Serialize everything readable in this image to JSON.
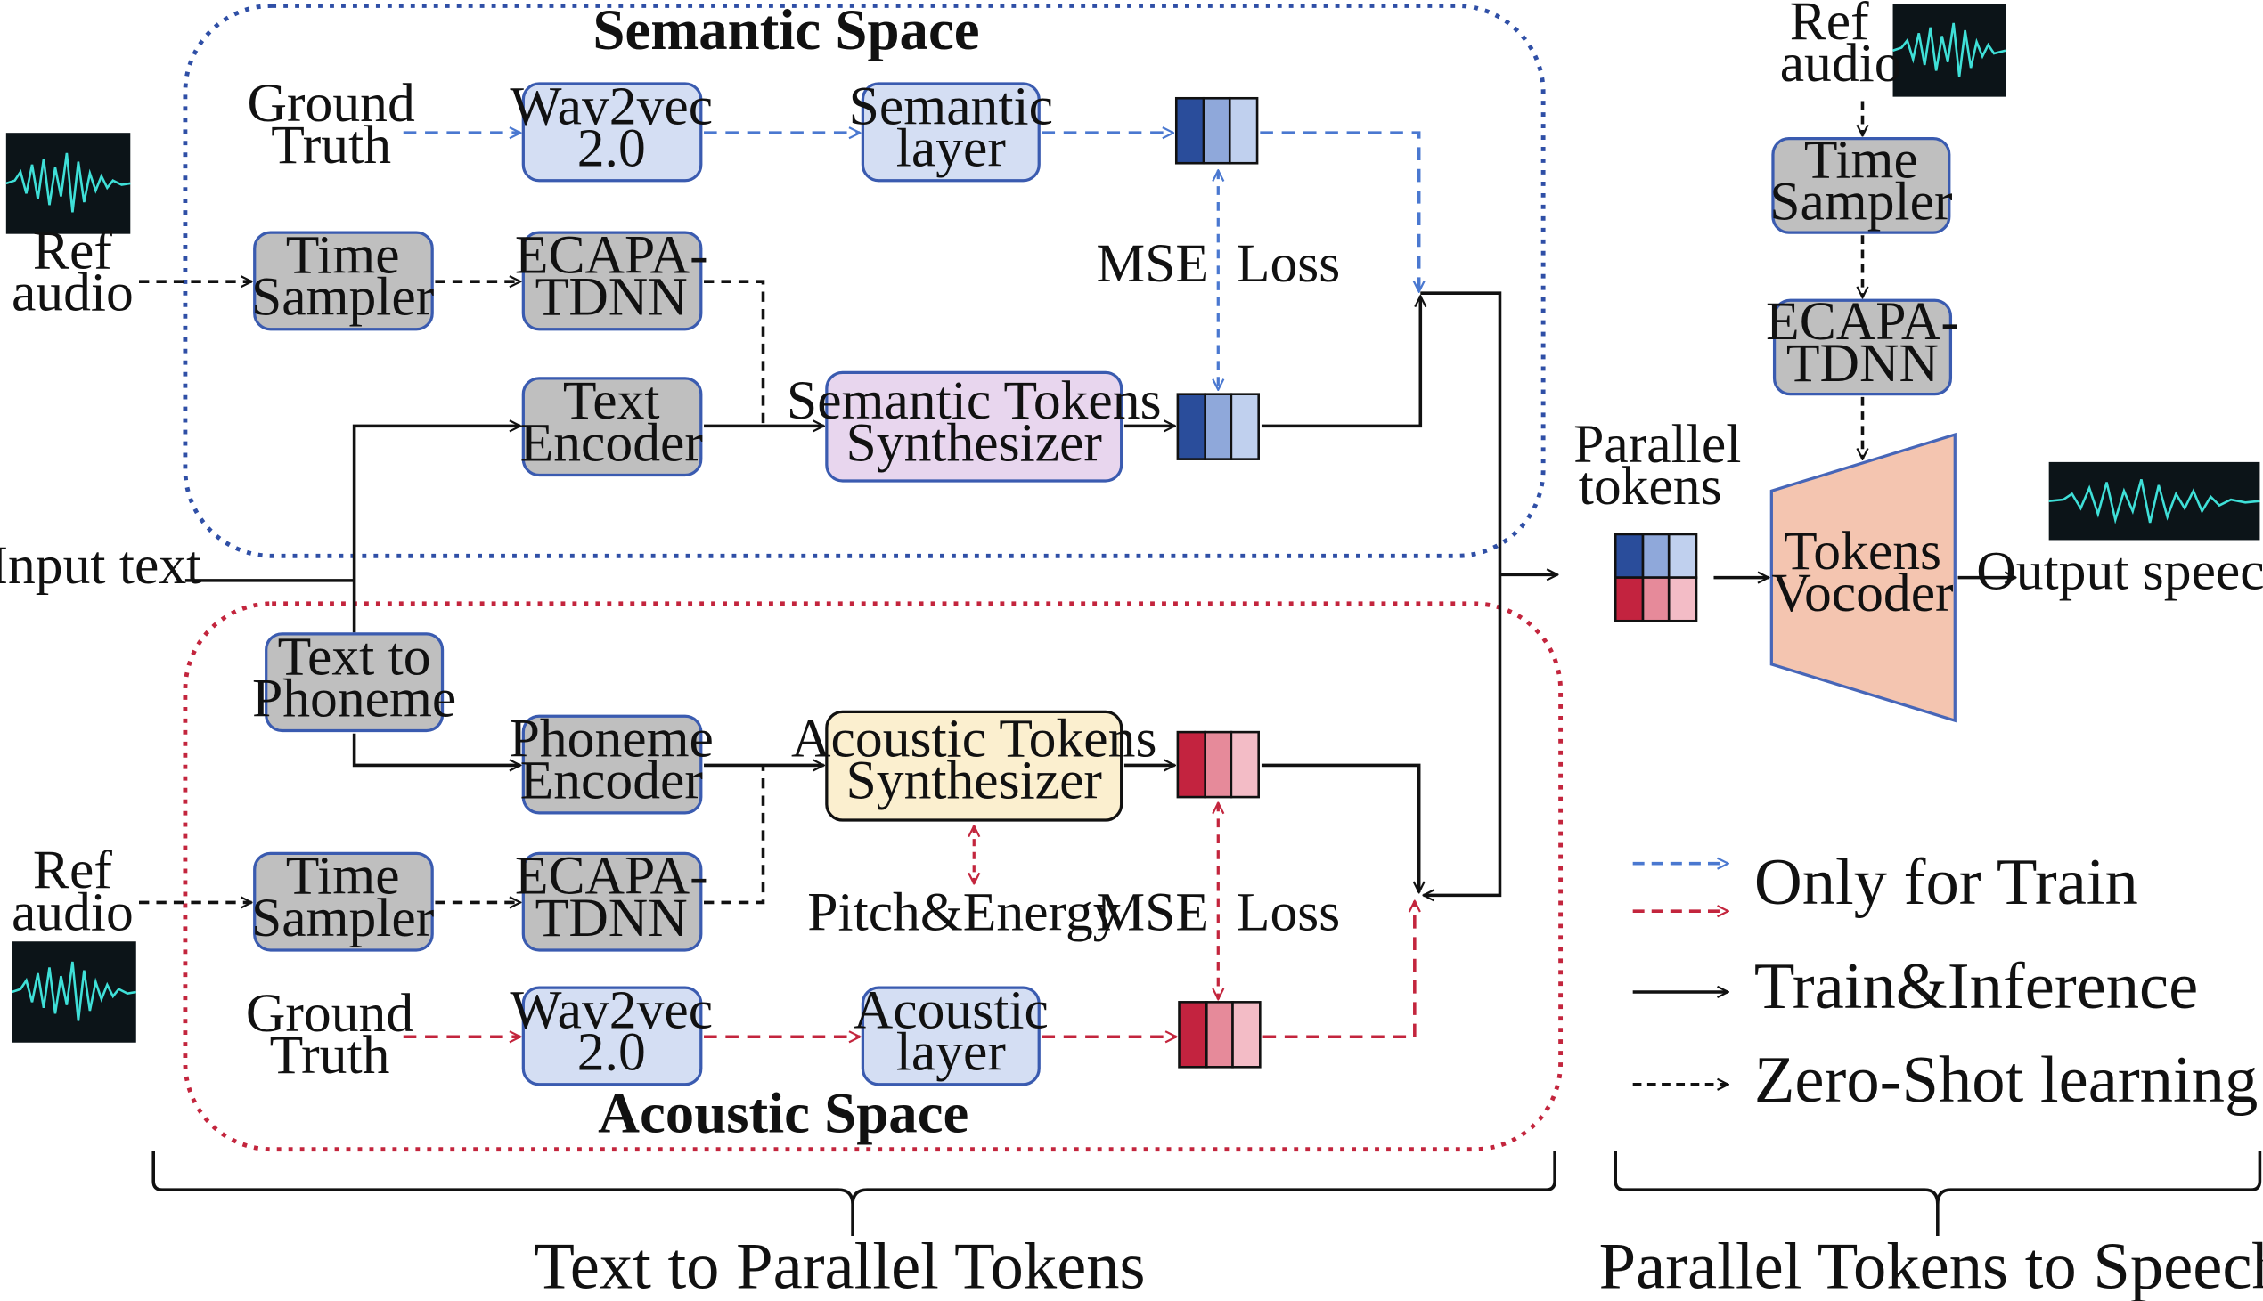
{
  "colors": {
    "semantic_border": "#2f4fa6",
    "acoustic_border": "#c3253d",
    "train_dash_blue": "#4a78d0",
    "train_dash_red": "#c3253d",
    "solid": "#111111",
    "gray_box": "#bfbfbf",
    "blue_box": "#d4def3",
    "purple_box": "#e8d6ee",
    "yellow_box": "#fbefcf",
    "vocoder": "#f4c5b0",
    "vocoder_border": "#4766b8",
    "token_blue": [
      "#2a4d9b",
      "#8fa8da",
      "#c0d0ee"
    ],
    "token_red": [
      "#c3233f",
      "#e68a9a",
      "#f3bcc6"
    ],
    "waveform": "#3fe0d8"
  },
  "semantic_space": {
    "title": "Semantic Space",
    "ground_truth": [
      "Ground",
      "Truth"
    ],
    "ref_audio": [
      "Ref",
      "audio"
    ],
    "wav2vec": [
      "Wav2vec",
      "2.0"
    ],
    "semantic_layer": [
      "Semantic",
      "layer"
    ],
    "time_sampler": [
      "Time",
      "Sampler"
    ],
    "ecapa": [
      "ECAPA-",
      "TDNN"
    ],
    "text_encoder": [
      "Text",
      "Encoder"
    ],
    "synthesizer": [
      "Semantic Tokens",
      "Synthesizer"
    ],
    "mse": "MSE  Loss"
  },
  "input_text": "Input text",
  "acoustic_space": {
    "title": "Acoustic Space",
    "text_to_phoneme": [
      "Text to",
      "Phoneme"
    ],
    "phoneme_encoder": [
      "Phoneme",
      "Encoder"
    ],
    "synthesizer": [
      "Acoustic Tokens",
      "Synthesizer"
    ],
    "pitch_energy": "Pitch&Energy",
    "ref_audio": [
      "Ref",
      "audio"
    ],
    "time_sampler": [
      "Time",
      "Sampler"
    ],
    "ecapa": [
      "ECAPA-",
      "TDNN"
    ],
    "mse": "MSE  Loss",
    "ground_truth": [
      "Ground",
      "Truth"
    ],
    "wav2vec": [
      "Wav2vec",
      "2.0"
    ],
    "acoustic_layer": [
      "Acoustic",
      "layer"
    ]
  },
  "vocoder_panel": {
    "ref_audio": [
      "Ref",
      "audio"
    ],
    "time_sampler": [
      "Time",
      "Sampler"
    ],
    "ecapa": [
      "ECAPA-",
      "TDNN"
    ],
    "parallel_tokens": [
      "Parallel",
      "tokens"
    ],
    "vocoder": [
      "Tokens",
      "Vocoder"
    ],
    "output": "Output speech"
  },
  "legend": {
    "only_train": "Only for Train",
    "train_inference": "Train&Inference",
    "zero_shot": "Zero-Shot learning"
  },
  "bottom": {
    "left": "Text to Parallel Tokens",
    "right": "Parallel Tokens to Speech"
  }
}
